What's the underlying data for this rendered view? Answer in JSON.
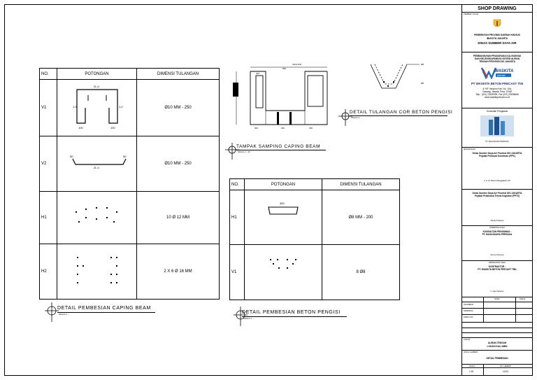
{
  "table1": {
    "headers": [
      "NO.",
      "POTONGAN",
      "DIMENSI TULANGAN"
    ],
    "rows": [
      {
        "no": "V1",
        "dim": "Ø10 MM - 250"
      },
      {
        "no": "V2",
        "dim": "Ø10 MM - 250"
      },
      {
        "no": "H1",
        "dim": "10 Ø 12 MM"
      },
      {
        "no": "H2",
        "dim": "2 X 6 Ø 16 MM"
      }
    ],
    "caption": "DETAIL PEMBESIAN CAPING BEAM",
    "scale": "SKALA 1 : -"
  },
  "table2": {
    "headers": [
      "NO.",
      "POTONGAN",
      "DIMENSI TULANGAN"
    ],
    "rows": [
      {
        "no": "H1",
        "dim": "Ø8 MM - 200"
      },
      {
        "no": "V1",
        "dim": "8 Ø8"
      }
    ],
    "caption": "DETAIL PEMBESIAN BETON PENGISI",
    "scale": "SKALA 1 : -"
  },
  "section_caption": "TAMPAK SAMPING CAPING BEAM",
  "section_scale": "SKALA 1 : 20",
  "infill_caption": "DETAIL TULANGAN COR BETON PENGISI",
  "infill_scale": "SKALA 1 : -",
  "titleblock": {
    "title": "SHOP DRAWING",
    "owner_label": "PEMBERI TUGAS",
    "owner_1": "PEMERINTAH PROVINSI DAERAH KHUSUS",
    "owner_2": "IBUKOTA JAKARTA",
    "owner_3": "DINAS SUMBER DAYA AIR",
    "project_1": "PEMBANGUNAN PRASARANA KALI/SUNGAI",
    "project_2": "DAN KELENGKAPANNYA SISTEM ALIRAN",
    "project_3": "TENGAH PROVINSI DKI JAKARTA",
    "contractor": "PT WASKITA BETON PRECAST Tbk",
    "address_1": "Jl. MT Haryono Kav. No. 10A,",
    "address_2": "Cawang, Jakarta Timur 13340",
    "address_3": "Telp : (021) 22639999, Fax (021) 29636666",
    "address_4": "www.waskitaprecast.co.id",
    "consultant_label": "Konsultan Pengawas",
    "consultant_name": "PT. BAGASKARA PERSADA",
    "approved_label": "MENGETAHUI",
    "agency_1": "Dinas Sumber Daya Air Provinsi DKI JAKARTA",
    "agency_1b": "Pejabat Pembuat Komitmen (PPK)",
    "sign_1": "Ir. H. M. Robert Manggabarit, MT",
    "agency_2": "Dinas Sumber Daya Air Provinsi DKI JAKARTA",
    "agency_2b": "Pejabat Pelaksana Teknis Kegiatan (PPTK)",
    "sign_2": "Wendy Prasetyo",
    "checked_label": "DIPERIKSA OLEH",
    "checker_1": "KONSULTAN PENGAWAS :",
    "checker_2": "PT. BAGASKARA PERSADA",
    "sign_3": "Tommy Pramono",
    "made_label": "DIKERJAKAN OLEH",
    "maker_1": "KONTRAKTOR :",
    "maker_2": "PT. WASKITA BETON PRECAST TBK",
    "sign_4": "Ir. Agus Santoso",
    "sign_col_name": "NAMA",
    "sign_col_paraf": "PARAF",
    "drawn_label": "DIGAMBAR",
    "checked2_label": "DIPERIKSA",
    "approved2_label": "DISETUJUI",
    "location_label": "LOKASI",
    "location_1": "ALIRAN TENGAH",
    "location_2": "LOKASI KALI ABIN",
    "drawing_label": "JUDUL GAMBAR",
    "drawing_title": "DETAIL PEMBESIAN",
    "scale_label": "SKALA",
    "scale_value": "1:20",
    "sheet_label": "NO. LEMBAR",
    "sheet_value": "10/10"
  }
}
